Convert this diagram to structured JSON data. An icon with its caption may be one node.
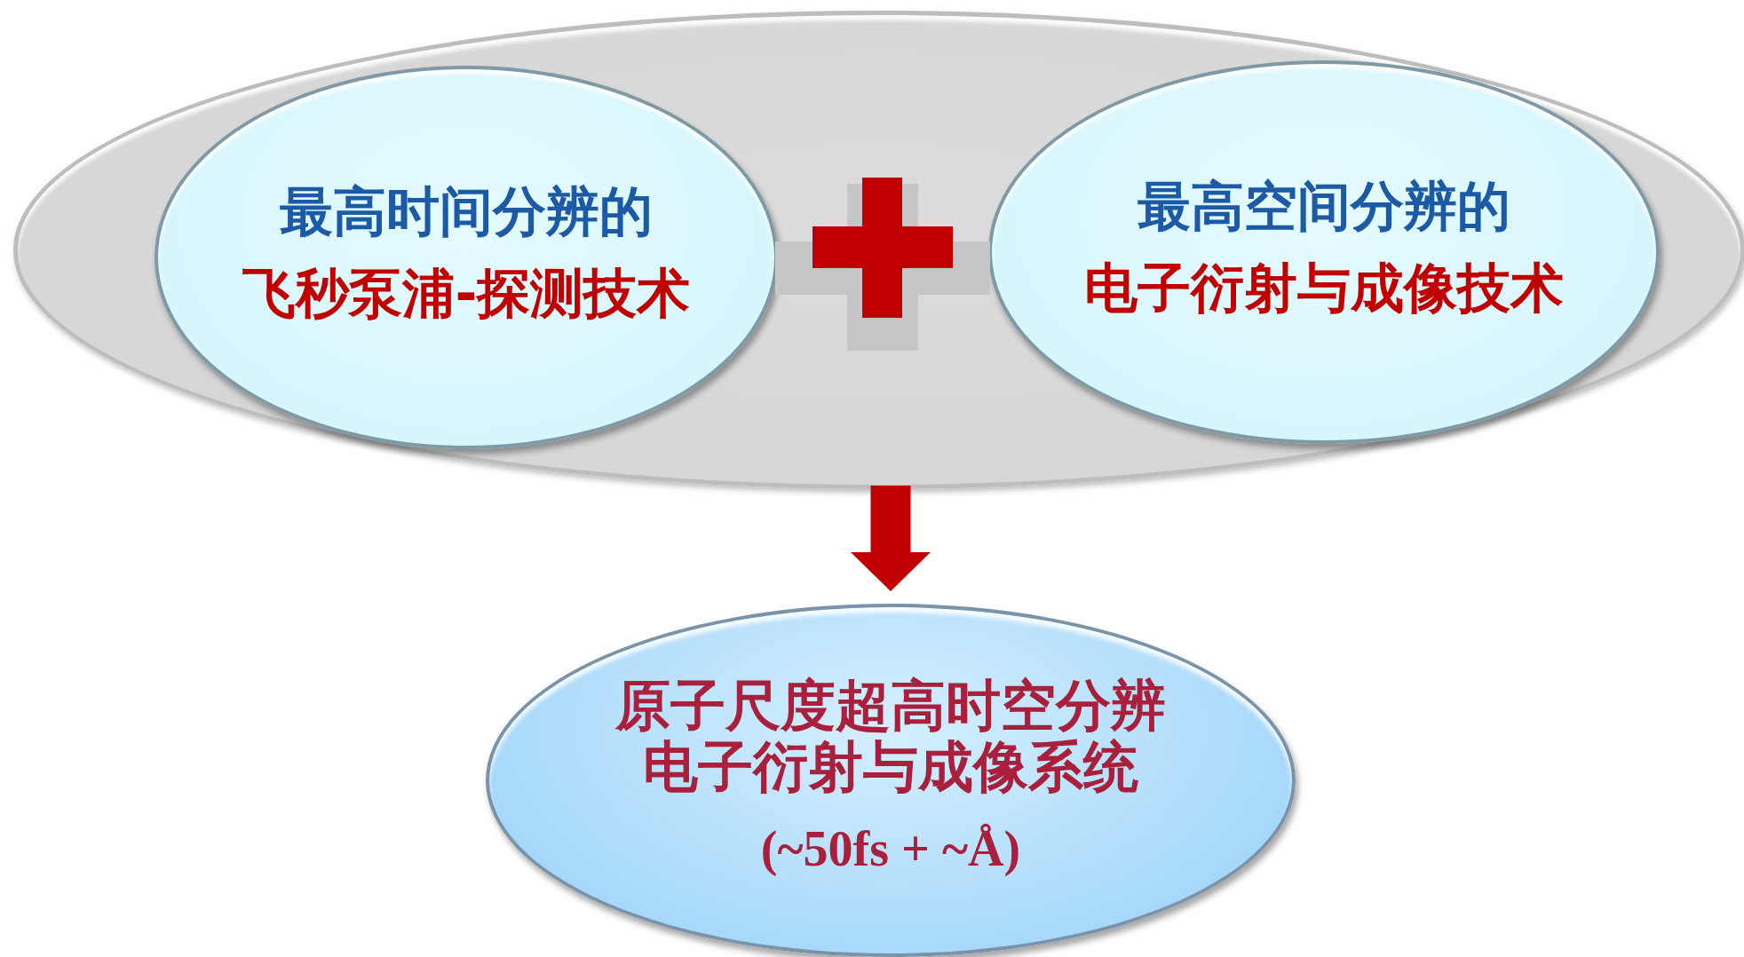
{
  "diagram": {
    "nodes": [
      {
        "text": [],
        "shape": "ellipse"
      },
      {
        "text": [
          "最高时间分辨的",
          "飞秒泵浦-探测技术"
        ],
        "in": 0
      },
      {
        "text": [
          "最高空间分辨的",
          "电子衍射与成像技术"
        ],
        "in": 0
      },
      {
        "text": [
          "原子尺度超高时空分辨电子衍射与成像系统",
          "(~50fs + ~Å)"
        ]
      }
    ],
    "edges": [
      {
        "from": 0,
        "to": 3,
        "arrow": "to"
      }
    ]
  }
}
